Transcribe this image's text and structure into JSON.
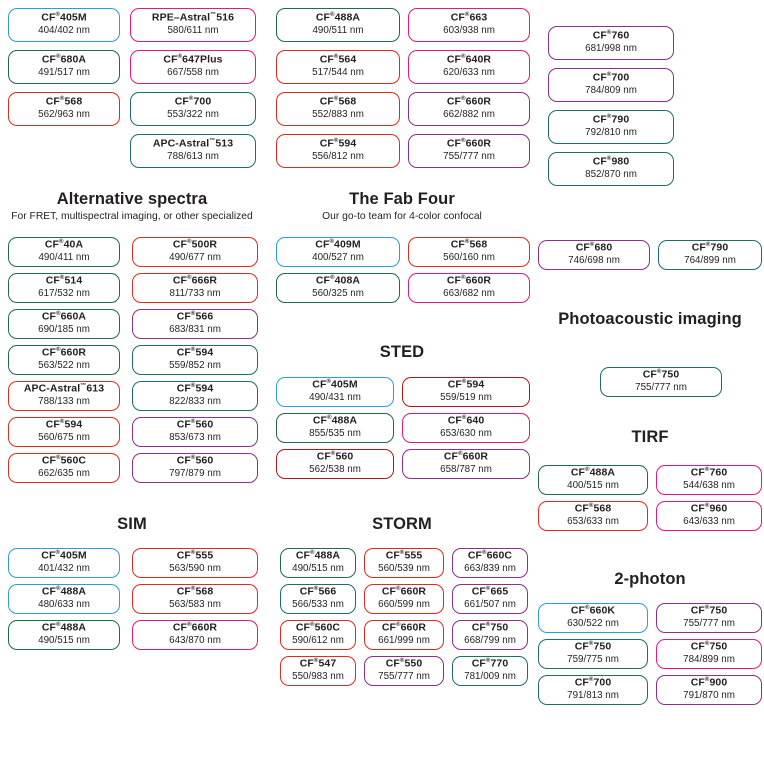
{
  "page": {
    "title": "Fluorophore selection guide"
  },
  "sections": [
    {
      "id": "top-left",
      "title": "",
      "subtitle": "",
      "columns": 2,
      "chips": [
        {
          "dye": "CF",
          "reg": "®",
          "num": "405M",
          "spec": "404/402 nm",
          "color": "blue"
        },
        {
          "dye": "RPE–Astral",
          "reg": "™",
          "num": "516",
          "spec": "580/611 nm",
          "color": "magenta"
        },
        {
          "dye": "CF",
          "reg": "®",
          "num": "680A",
          "spec": "491/517 nm",
          "color": "green"
        },
        {
          "dye": "CF",
          "reg": "®",
          "num": "647Plus",
          "spec": "667/558 nm",
          "color": "magenta"
        },
        {
          "dye": "CF",
          "reg": "®",
          "num": "568",
          "spec": "562/963 nm",
          "color": "red"
        },
        {
          "dye": "CF",
          "reg": "®",
          "num": "700",
          "spec": "553/322 nm",
          "color": "teal"
        },
        {
          "dye": "",
          "reg": "",
          "num": "",
          "spec": "",
          "color": "none"
        },
        {
          "dye": "APC-Astral",
          "reg": "™",
          "num": "513",
          "spec": "788/613 nm",
          "color": "teal"
        }
      ]
    },
    {
      "id": "top-mid",
      "title": "",
      "subtitle": "",
      "columns": 2,
      "chips": [
        {
          "dye": "CF",
          "reg": "®",
          "num": "488A",
          "spec": "490/511 nm",
          "color": "green"
        },
        {
          "dye": "CF",
          "reg": "®",
          "num": "663",
          "spec": "603/938 nm",
          "color": "magenta"
        },
        {
          "dye": "CF",
          "reg": "®",
          "num": "564",
          "spec": "517/544 nm",
          "color": "red"
        },
        {
          "dye": "CF",
          "reg": "®",
          "num": "640R",
          "spec": "620/633 nm",
          "color": "magenta"
        },
        {
          "dye": "CF",
          "reg": "®",
          "num": "568",
          "spec": "552/883 nm",
          "color": "red"
        },
        {
          "dye": "CF",
          "reg": "®",
          "num": "660R",
          "spec": "662/882 nm",
          "color": "purple"
        },
        {
          "dye": "CF",
          "reg": "®",
          "num": "594",
          "spec": "556/812 nm",
          "color": "red"
        },
        {
          "dye": "CF",
          "reg": "®",
          "num": "660R",
          "spec": "755/777 nm",
          "color": "purple"
        }
      ]
    },
    {
      "id": "top-right",
      "title": "",
      "subtitle": "",
      "columns": 1,
      "chips": [
        {
          "dye": "CF",
          "reg": "®",
          "num": "760",
          "spec": "681/998 nm",
          "color": "purple"
        },
        {
          "dye": "CF",
          "reg": "®",
          "num": "700",
          "spec": "784/809 nm",
          "color": "purple"
        },
        {
          "dye": "CF",
          "reg": "®",
          "num": "790",
          "spec": "792/810 nm",
          "color": "teal"
        },
        {
          "dye": "CF",
          "reg": "®",
          "num": "980",
          "spec": "852/870 nm",
          "color": "teal"
        }
      ]
    },
    {
      "id": "alternative-spectra",
      "title": "Alternative spectra",
      "subtitle": "For FRET, multispectral imaging, or other specialized",
      "columns": 2,
      "chips": [
        {
          "dye": "CF",
          "reg": "®",
          "num": "40A",
          "spec": "490/411 nm",
          "color": "green"
        },
        {
          "dye": "CF",
          "reg": "®",
          "num": "500R",
          "spec": "490/677 nm",
          "color": "red"
        },
        {
          "dye": "CF",
          "reg": "®",
          "num": "514",
          "spec": "617/532 nm",
          "color": "green"
        },
        {
          "dye": "CF",
          "reg": "®",
          "num": "666R",
          "spec": "811/733 nm",
          "color": "red"
        },
        {
          "dye": "CF",
          "reg": "®",
          "num": "660A",
          "spec": "690/185 nm",
          "color": "green"
        },
        {
          "dye": "CF",
          "reg": "®",
          "num": "566",
          "spec": "683/831 nm",
          "color": "purple"
        },
        {
          "dye": "CF",
          "reg": "®",
          "num": "660R",
          "spec": "563/522 nm",
          "color": "green"
        },
        {
          "dye": "CF",
          "reg": "®",
          "num": "594",
          "spec": "559/852 nm",
          "color": "teal"
        },
        {
          "dye": "APC-Astral",
          "reg": "™",
          "num": "613",
          "spec": "788/133 nm",
          "color": "red"
        },
        {
          "dye": "CF",
          "reg": "®",
          "num": "594",
          "spec": "822/833 nm",
          "color": "teal"
        },
        {
          "dye": "CF",
          "reg": "®",
          "num": "594",
          "spec": "560/675 nm",
          "color": "red"
        },
        {
          "dye": "CF",
          "reg": "®",
          "num": "560",
          "spec": "853/673 nm",
          "color": "purple"
        },
        {
          "dye": "CF",
          "reg": "®",
          "num": "560C",
          "spec": "662/635 nm",
          "color": "red"
        },
        {
          "dye": "CF",
          "reg": "®",
          "num": "560",
          "spec": "797/879 nm",
          "color": "purple"
        }
      ]
    },
    {
      "id": "fab-four",
      "title": "The Fab Four",
      "subtitle": "Our go-to team for 4-color confocal",
      "columns": 2,
      "chips": [
        {
          "dye": "CF",
          "reg": "®",
          "num": "409M",
          "spec": "400/527 nm",
          "color": "blue"
        },
        {
          "dye": "CF",
          "reg": "®",
          "num": "568",
          "spec": "560/160 nm",
          "color": "red"
        },
        {
          "dye": "CF",
          "reg": "®",
          "num": "408A",
          "spec": "560/325 nm",
          "color": "green"
        },
        {
          "dye": "CF",
          "reg": "®",
          "num": "660R",
          "spec": "663/682 nm",
          "color": "magenta"
        }
      ]
    },
    {
      "id": "sted",
      "title": "STED",
      "subtitle": "",
      "columns": 2,
      "chips": [
        {
          "dye": "CF",
          "reg": "®",
          "num": "405M",
          "spec": "490/431 nm",
          "color": "blue"
        },
        {
          "dye": "CF",
          "reg": "®",
          "num": "594",
          "spec": "559/519 nm",
          "color": "darkred"
        },
        {
          "dye": "CF",
          "reg": "®",
          "num": "488A",
          "spec": "855/535 nm",
          "color": "green"
        },
        {
          "dye": "CF",
          "reg": "®",
          "num": "640",
          "spec": "653/630 nm",
          "color": "magenta"
        },
        {
          "dye": "CF",
          "reg": "®",
          "num": "560",
          "spec": "562/538 nm",
          "color": "darkred"
        },
        {
          "dye": "CF",
          "reg": "®",
          "num": "660R",
          "spec": "658/787 nm",
          "color": "purple"
        }
      ]
    },
    {
      "id": "mid-right-pair",
      "title": "",
      "subtitle": "",
      "columns": 2,
      "chips": [
        {
          "dye": "CF",
          "reg": "®",
          "num": "680",
          "spec": "746/698 nm",
          "color": "purple"
        },
        {
          "dye": "CF",
          "reg": "®",
          "num": "790",
          "spec": "764/899 nm",
          "color": "teal"
        }
      ]
    },
    {
      "id": "photoacoustic",
      "title": "Photoacoustic imaging",
      "subtitle": "",
      "columns": 1,
      "chips": [
        {
          "dye": "CF",
          "reg": "®",
          "num": "750",
          "spec": "755/777 nm",
          "color": "teal"
        }
      ]
    },
    {
      "id": "tirf",
      "title": "TIRF",
      "subtitle": "",
      "columns": 2,
      "chips": [
        {
          "dye": "CF",
          "reg": "®",
          "num": "488A",
          "spec": "400/515 nm",
          "color": "green"
        },
        {
          "dye": "CF",
          "reg": "®",
          "num": "760",
          "spec": "544/638 nm",
          "color": "magenta"
        },
        {
          "dye": "CF",
          "reg": "®",
          "num": "568",
          "spec": "653/633 nm",
          "color": "red"
        },
        {
          "dye": "CF",
          "reg": "®",
          "num": "960",
          "spec": "643/633 nm",
          "color": "magenta"
        }
      ]
    },
    {
      "id": "sim",
      "title": "SIM",
      "subtitle": "",
      "columns": 2,
      "chips": [
        {
          "dye": "CF",
          "reg": "®",
          "num": "405M",
          "spec": "401/432 nm",
          "color": "blue"
        },
        {
          "dye": "CF",
          "reg": "®",
          "num": "555",
          "spec": "563/590 nm",
          "color": "red"
        },
        {
          "dye": "CF",
          "reg": "®",
          "num": "488A",
          "spec": "480/633 nm",
          "color": "blue"
        },
        {
          "dye": "CF",
          "reg": "®",
          "num": "568",
          "spec": "563/583 nm",
          "color": "red"
        },
        {
          "dye": "CF",
          "reg": "®",
          "num": "488A",
          "spec": "490/515 nm",
          "color": "green"
        },
        {
          "dye": "CF",
          "reg": "®",
          "num": "660R",
          "spec": "643/870 nm",
          "color": "magenta"
        }
      ]
    },
    {
      "id": "storm",
      "title": "STORM",
      "subtitle": "",
      "columns": 3,
      "chips": [
        {
          "dye": "CF",
          "reg": "®",
          "num": "488A",
          "spec": "490/515 nm",
          "color": "green"
        },
        {
          "dye": "CF",
          "reg": "®",
          "num": "555",
          "spec": "560/539 nm",
          "color": "red"
        },
        {
          "dye": "CF",
          "reg": "®",
          "num": "660C",
          "spec": "663/839 nm",
          "color": "purple"
        },
        {
          "dye": "CF",
          "reg": "®",
          "num": "566",
          "spec": "566/533 nm",
          "color": "teal"
        },
        {
          "dye": "CF",
          "reg": "®",
          "num": "660R",
          "spec": "660/599 nm",
          "color": "red"
        },
        {
          "dye": "CF",
          "reg": "®",
          "num": "665",
          "spec": "661/507 nm",
          "color": "purple"
        },
        {
          "dye": "CF",
          "reg": "®",
          "num": "560C",
          "spec": "590/612 nm",
          "color": "red"
        },
        {
          "dye": "CF",
          "reg": "®",
          "num": "660R",
          "spec": "661/999 nm",
          "color": "red"
        },
        {
          "dye": "CF",
          "reg": "®",
          "num": "750",
          "spec": "668/799 nm",
          "color": "purple"
        },
        {
          "dye": "CF",
          "reg": "®",
          "num": "547",
          "spec": "550/983 nm",
          "color": "red"
        },
        {
          "dye": "CF",
          "reg": "®",
          "num": "550",
          "spec": "755/777 nm",
          "color": "purple"
        },
        {
          "dye": "CF",
          "reg": "®",
          "num": "770",
          "spec": "781/009 nm",
          "color": "teal"
        }
      ]
    },
    {
      "id": "two-photon",
      "title": "2-photon",
      "subtitle": "",
      "columns": 2,
      "chips": [
        {
          "dye": "CF",
          "reg": "®",
          "num": "660K",
          "spec": "630/522 nm",
          "color": "blue"
        },
        {
          "dye": "CF",
          "reg": "®",
          "num": "750",
          "spec": "755/777 nm",
          "color": "purple"
        },
        {
          "dye": "CF",
          "reg": "®",
          "num": "750",
          "spec": "759/775 nm",
          "color": "teal"
        },
        {
          "dye": "CF",
          "reg": "®",
          "num": "750",
          "spec": "784/899 nm",
          "color": "magenta"
        },
        {
          "dye": "CF",
          "reg": "®",
          "num": "700",
          "spec": "791/813 nm",
          "color": "teal"
        },
        {
          "dye": "CF",
          "reg": "®",
          "num": "900",
          "spec": "791/870 nm",
          "color": "purple"
        }
      ]
    }
  ],
  "colors": {
    "blue": "#2b9dd9",
    "green": "#1f6b4a",
    "teal": "#1c6e6b",
    "red": "#e02b20",
    "darkred": "#b01818",
    "magenta": "#e5187e",
    "purple": "#8e2d8e",
    "violet": "#7a2a8c"
  }
}
